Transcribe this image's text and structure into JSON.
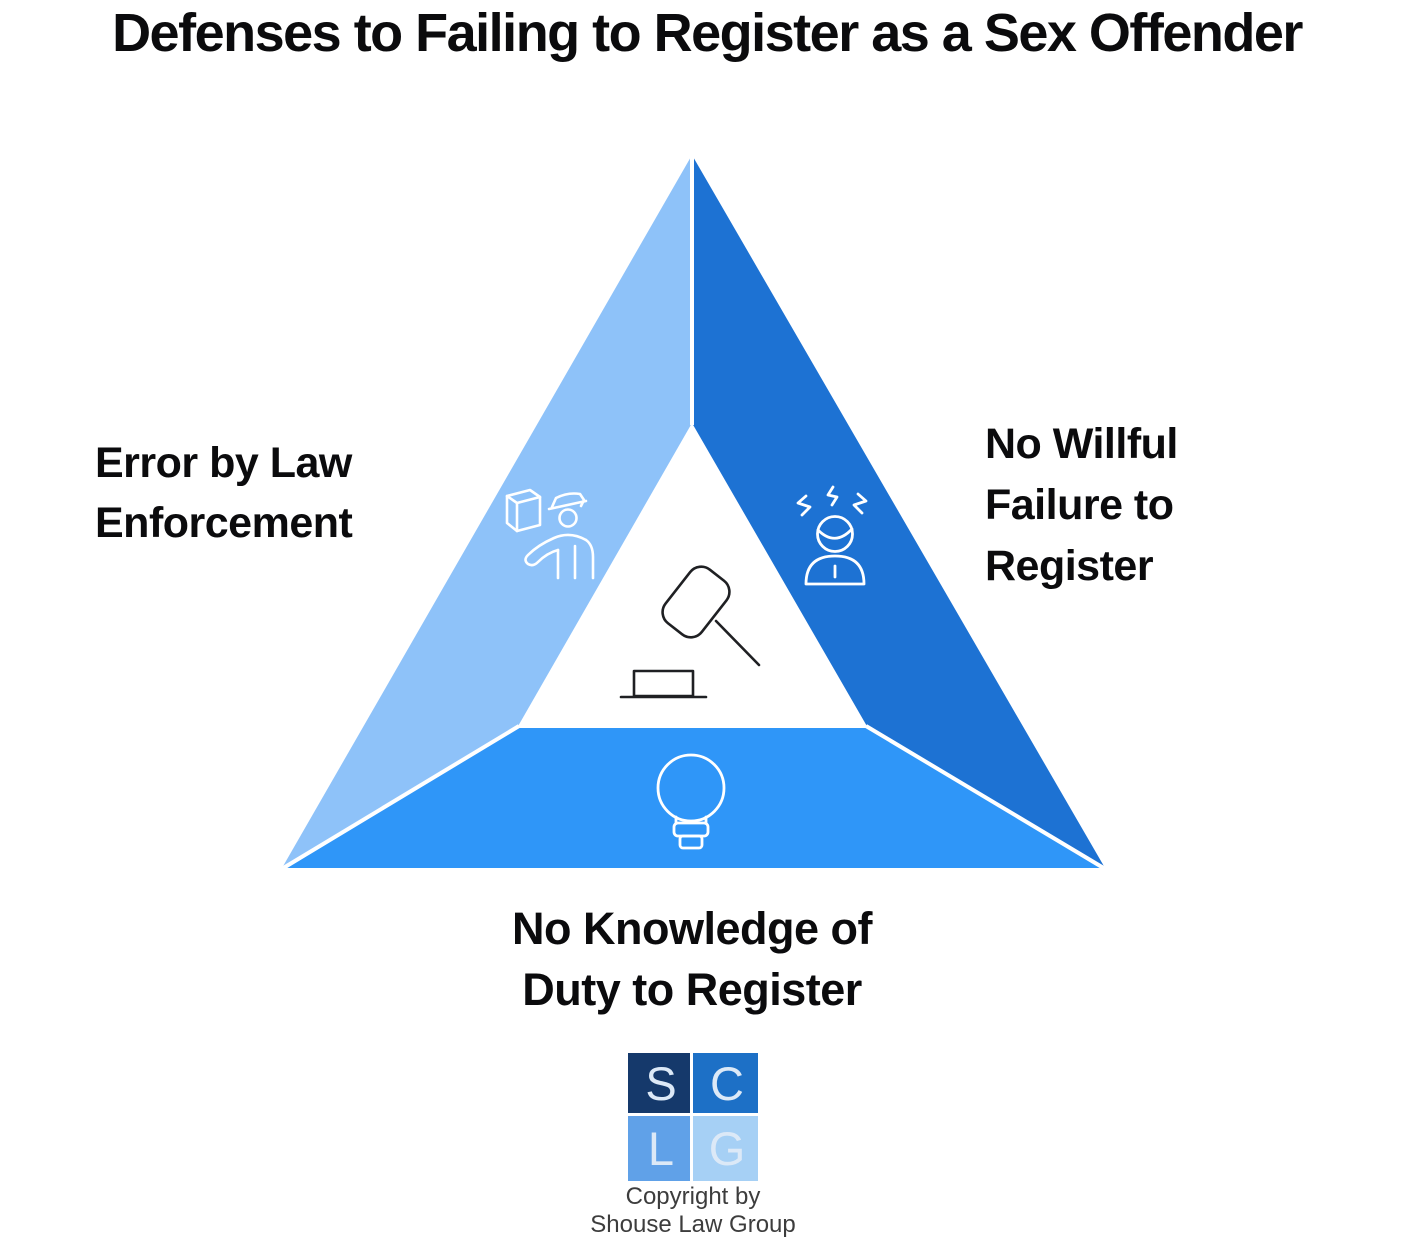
{
  "title": "Defenses to Failing to Register as a Sex Offender",
  "labels": {
    "left": {
      "lines": [
        "Error by Law",
        "Enforcement"
      ]
    },
    "right": {
      "lines": [
        "No Willful",
        "Failure to",
        "Register"
      ]
    },
    "bottom": {
      "lines": [
        "No Knowledge of",
        "Duty to Register"
      ]
    }
  },
  "icons": {
    "left": "police-officer-icon",
    "right": "angry-person-icon",
    "bottom": "lightbulb-icon",
    "center": "gavel-icon"
  },
  "colors": {
    "band_left": "#8EC2F9",
    "band_right": "#1D72D3",
    "band_bottom": "#2F96F8",
    "icon_stroke": "#FFFFFF",
    "gavel_stroke": "#1F2023",
    "logo_s_bg": "#15396B",
    "logo_c_bg": "#1D70C6",
    "logo_l_bg": "#60A1E8",
    "logo_g_bg": "#A6D0F5",
    "logo_letter": "#DCE9F7"
  },
  "logo": {
    "letters": [
      "S",
      "C",
      "L",
      "G"
    ]
  },
  "copyright": {
    "line1": "Copyright by",
    "line2": "Shouse Law Group"
  }
}
